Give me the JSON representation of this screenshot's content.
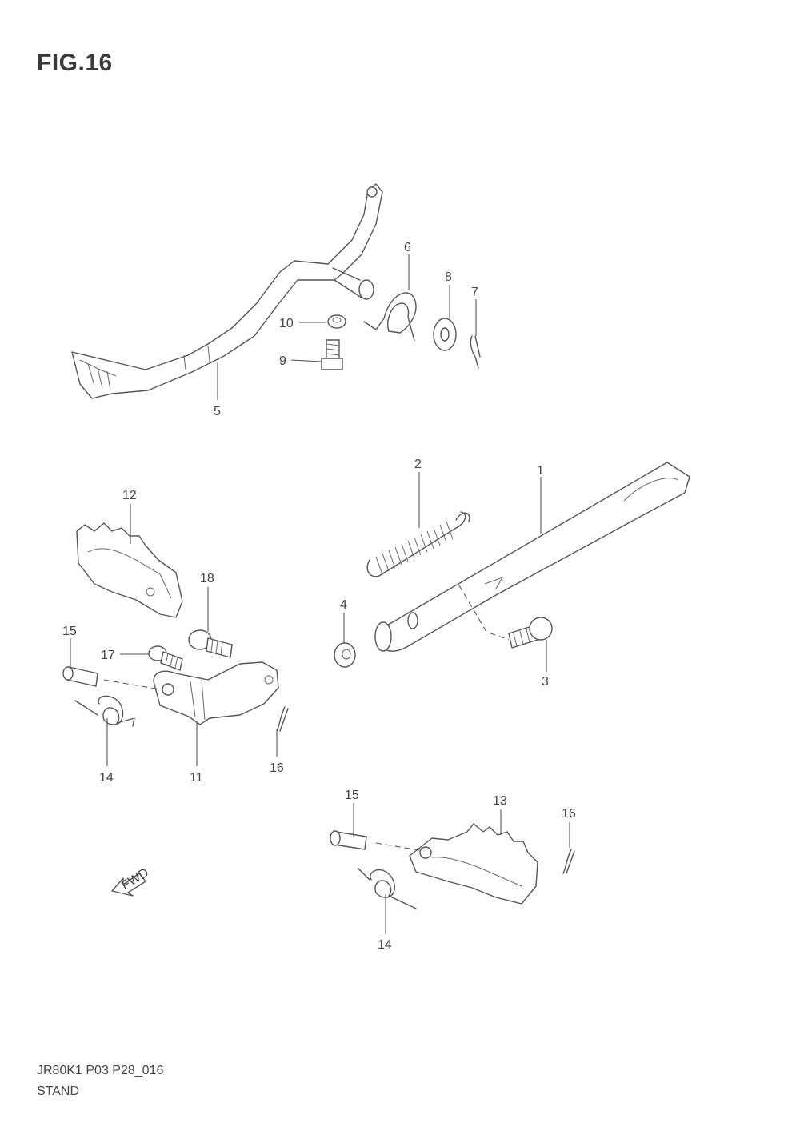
{
  "figure": {
    "title": "FIG.16",
    "code": "JR80K1 P03 P28_016",
    "name": "STAND"
  },
  "callouts": [
    "1",
    "2",
    "3",
    "4",
    "5",
    "6",
    "7",
    "8",
    "9",
    "10",
    "11",
    "12",
    "13",
    "14",
    "14",
    "15",
    "15",
    "16",
    "16",
    "17",
    "18"
  ],
  "fwd_label": "FWD",
  "colors": {
    "line": "#555555",
    "text": "#444444",
    "background": "#ffffff"
  }
}
